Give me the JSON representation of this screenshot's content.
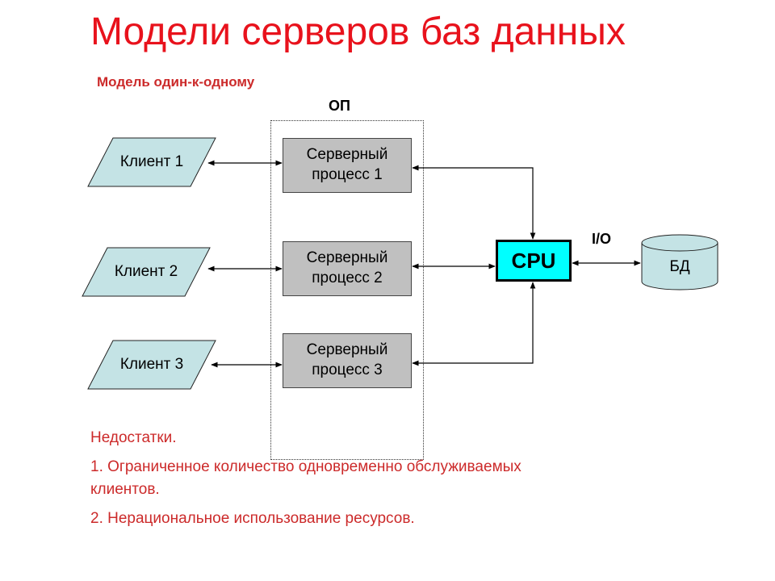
{
  "slide": {
    "title": "Модели серверов баз данных",
    "subtitle": "Модель один-к-одному"
  },
  "diagram": {
    "memory_label": "ОП",
    "io_label": "I/O",
    "clients": [
      {
        "label": "Клиент 1"
      },
      {
        "label": "Клиент 2"
      },
      {
        "label": "Клиент 3"
      }
    ],
    "processes": [
      {
        "line1": "Серверный",
        "line2": "процесс 1"
      },
      {
        "line1": "Серверный",
        "line2": "процесс 2"
      },
      {
        "line1": "Серверный",
        "line2": "процесс 3"
      }
    ],
    "cpu_label": "CPU",
    "db_label": "БД",
    "colors": {
      "title": "#e8121c",
      "notes": "#cc2a2a",
      "cpu_fill": "#00ffff",
      "client_fill": "#c4e3e5",
      "process_fill": "#c0c0c0",
      "db_fill": "#c4e3e5"
    }
  },
  "notes": {
    "heading": "Недостатки.",
    "item1_line1": "1. Ограниченное количество одновременно обслуживаемых",
    "item1_line2": "клиентов.",
    "item2": "2. Нерациональное использование ресурсов."
  }
}
